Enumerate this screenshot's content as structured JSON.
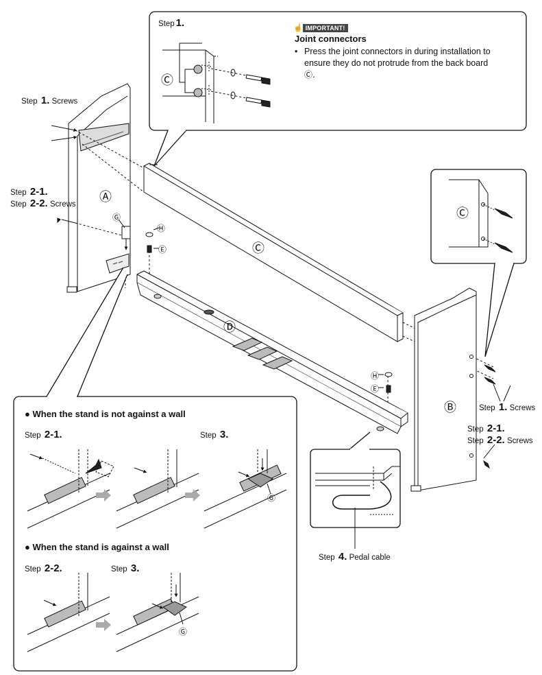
{
  "callouts": {
    "top_step": "Step",
    "top_step_num": "1.",
    "important_label": "IMPORTANT!",
    "joint_title": "Joint connectors",
    "joint_bullet": "•",
    "joint_text_1": "Press the joint connectors in during installation to",
    "joint_text_2": "ensure they do not protrude from the back board",
    "joint_text_3": "Ⓒ."
  },
  "labels": {
    "step": "Step",
    "s1": "1.",
    "s21": "2-1.",
    "s22": "2-2.",
    "s3": "3.",
    "s4": "4.",
    "screws": "Screws",
    "pedal_cable": "Pedal cable",
    "A": "Ⓐ",
    "B": "Ⓑ",
    "C": "Ⓒ",
    "D": "Ⓓ",
    "E": "Ⓔ",
    "G": "Ⓖ",
    "H": "Ⓗ"
  },
  "panel": {
    "bullet": "●",
    "not_wall": "When the stand is not against a wall",
    "against_wall": "When the stand is against a wall"
  }
}
